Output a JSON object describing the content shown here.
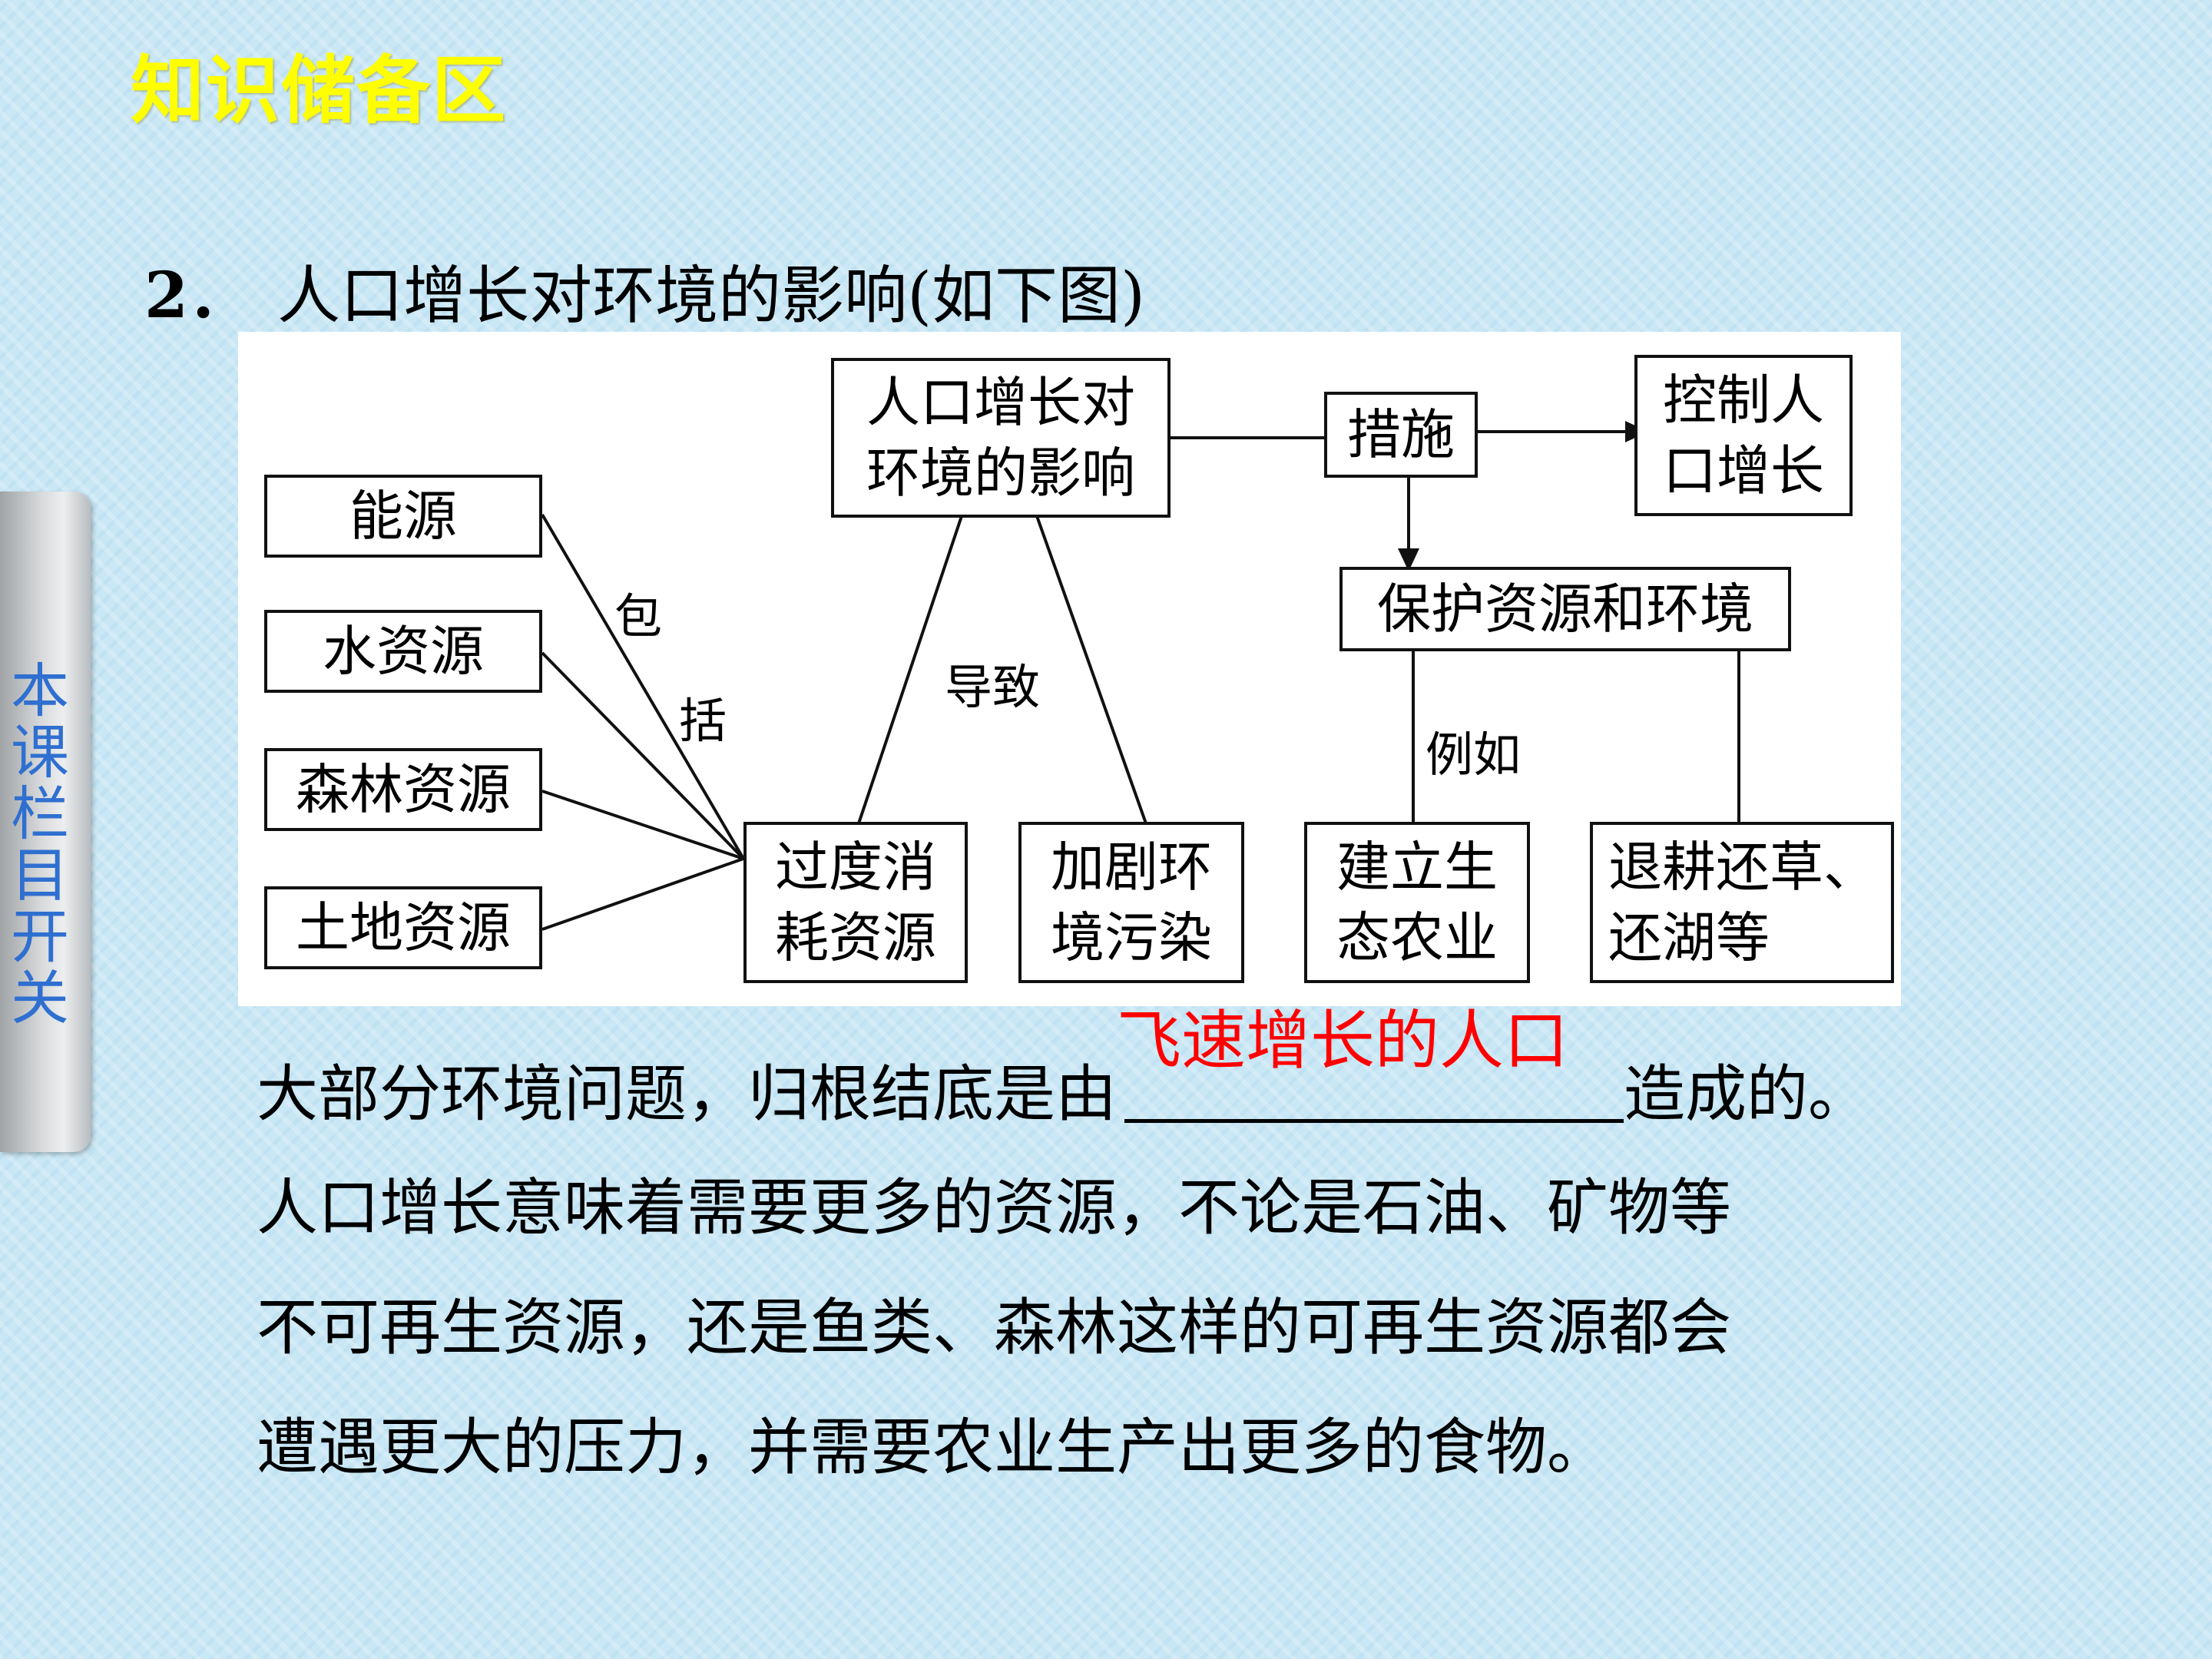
{
  "title": "知识储备区",
  "side_tab": [
    "本",
    "课",
    "栏",
    "目",
    "开",
    "关"
  ],
  "heading": {
    "number": "2．",
    "text": "人口增长对环境的影响(如下图)"
  },
  "diagram": {
    "center_box": [
      "人口增长对",
      "环境的影响"
    ],
    "resources": [
      "能源",
      "水资源",
      "森林资源",
      "土地资源"
    ],
    "include_label": [
      "包",
      "括"
    ],
    "cause_label": "导致",
    "effect_consume": [
      "过度消",
      "耗资源"
    ],
    "effect_pollute": [
      "加剧环",
      "境污染"
    ],
    "measures": "措施",
    "control": [
      "控制人",
      "口增长"
    ],
    "protect": "保护资源和环境",
    "example_label": "例如",
    "eco_agri": [
      "建立生",
      "态农业"
    ],
    "return_grass": [
      "退耕还草、",
      "还湖等"
    ]
  },
  "paragraph": {
    "line1_before": "大部分环境问题，归根结底是由",
    "answer": "飞速增长的人口",
    "line1_after": "造成的。",
    "line2": "人口增长意味着需要更多的资源，不论是石油、矿物等",
    "line3": "不可再生资源，还是鱼类、森林这样的可再生资源都会",
    "line4": "遭遇更大的压力，并需要农业生产出更多的食物。"
  },
  "colors": {
    "title": "#ffff00",
    "answer": "#ff0000",
    "side_tab_text": "#2f6fd0",
    "background": "#c9e7f5"
  }
}
